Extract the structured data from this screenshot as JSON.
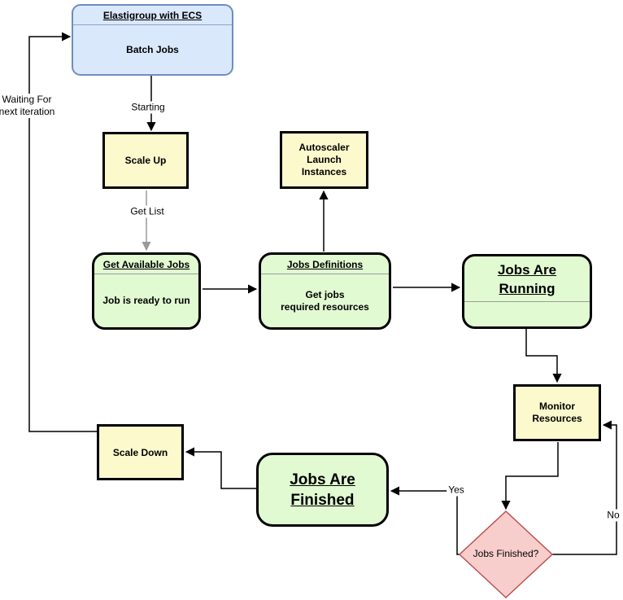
{
  "nodes": {
    "elastigroup": {
      "title": "Elastigroup with ECS",
      "body": "Batch Jobs"
    },
    "scale_up": {
      "label": "Scale Up"
    },
    "autoscaler": {
      "label": "Autoscaler\nLaunch\nInstances"
    },
    "get_available_jobs": {
      "title": "Get Available Jobs",
      "body": "Job is ready to run"
    },
    "jobs_definitions": {
      "title": "Jobs Definitions",
      "body": "Get jobs\nrequired resources"
    },
    "jobs_are_running": {
      "title": "Jobs Are\nRunning"
    },
    "monitor_resources": {
      "label": "Monitor\nResources"
    },
    "jobs_finished_decision": {
      "label": "Jobs Finished?"
    },
    "jobs_are_finished": {
      "label": "Jobs Are\nFinished"
    },
    "scale_down": {
      "label": "Scale Down"
    }
  },
  "edge_labels": {
    "starting": "Starting",
    "get_list": "Get List",
    "waiting": "Waiting For\nnext iteration",
    "yes": "Yes",
    "no": "No"
  },
  "colors": {
    "blue_fill": "#dae8fc",
    "blue_border": "#6c8ebf",
    "yellow_fill": "#fcfacd",
    "green_fill": "#e1fad2",
    "pink_fill": "#f8cecc",
    "pink_border": "#b85450",
    "node_border": "#000000",
    "edge_black": "#000000",
    "edge_gray": "#999999"
  }
}
